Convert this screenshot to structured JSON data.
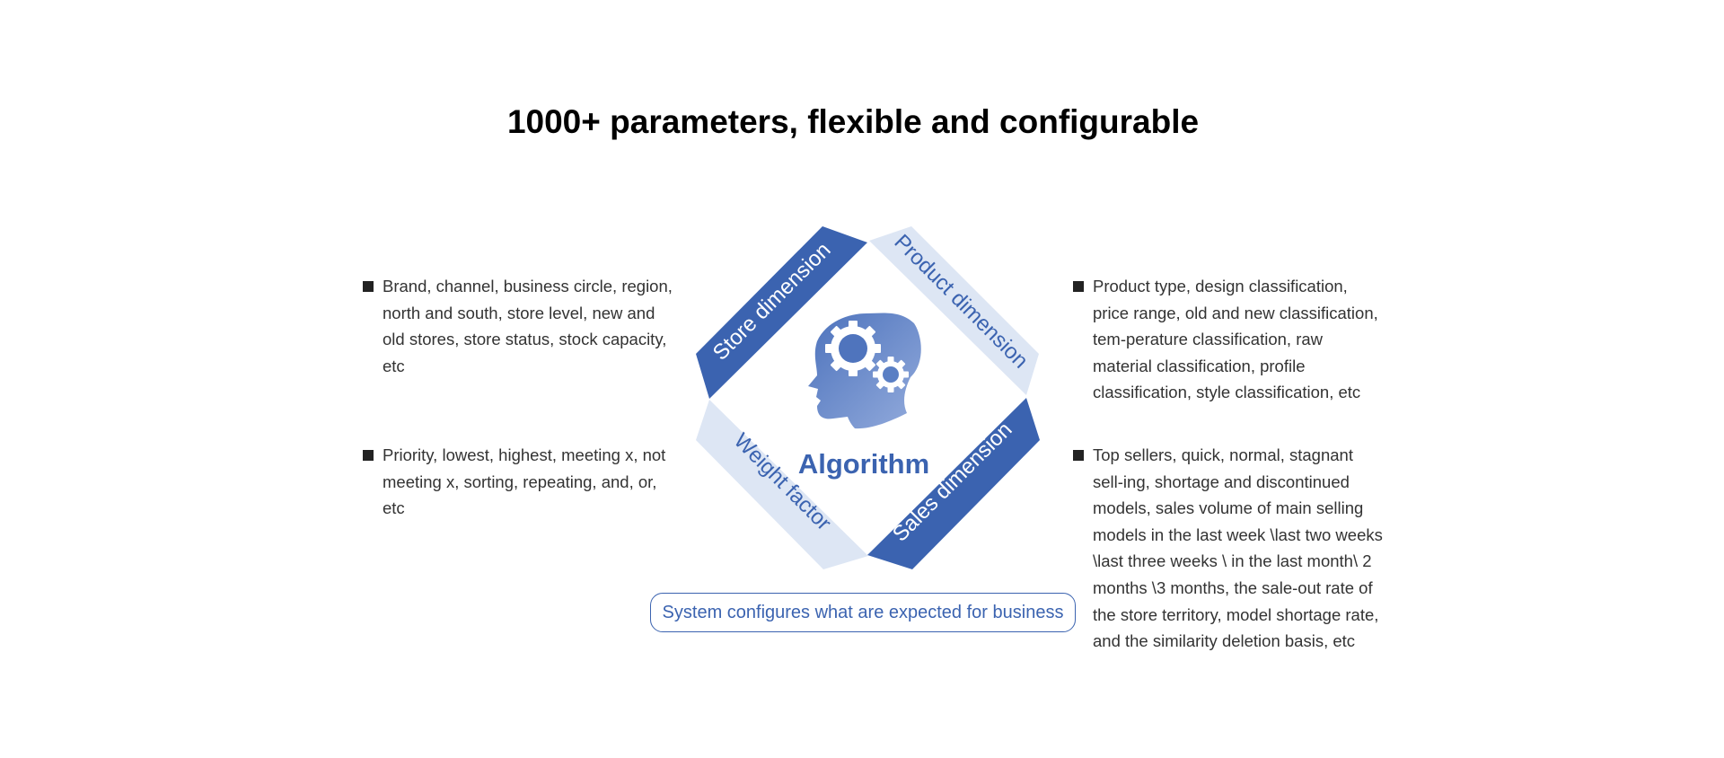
{
  "title": "1000+ parameters, flexible and configurable",
  "center_label": "Algorithm",
  "segments": {
    "store": "Store dimension",
    "product": "Product dimension",
    "weight": "Weight factor",
    "sales": "Sales dimension"
  },
  "bullets": {
    "store_text": "Brand, channel, business circle, region, north and south, store level, new and old stores, store status, stock capacity, etc",
    "weight_text": "Priority, lowest, highest, meeting x, not meeting x, sorting, repeating, and, or, etc",
    "product_text": "Product type, design classification, price range, old and new classification, tem-perature classification, raw material classification, profile classification, style classification, etc",
    "sales_text": "Top sellers, quick, normal, stagnant sell-ing, shortage and discontinued models, sales volume of main selling models in the last week \\last two weeks \\last three weeks \\ in the last month\\ 2 months \\3 months, the sale-out rate of the store territory, model shortage rate, and the similarity deletion basis, etc"
  },
  "config_label": "System configures what are expected for business",
  "colors": {
    "dark_blue": "#3b63b0",
    "light_blue": "#dde6f4",
    "head_gradient_start": "#4c72bc",
    "head_gradient_end": "#8fa8da"
  },
  "icons": {
    "bullet": "square-bullet-icon",
    "head": "head-gears-icon"
  }
}
